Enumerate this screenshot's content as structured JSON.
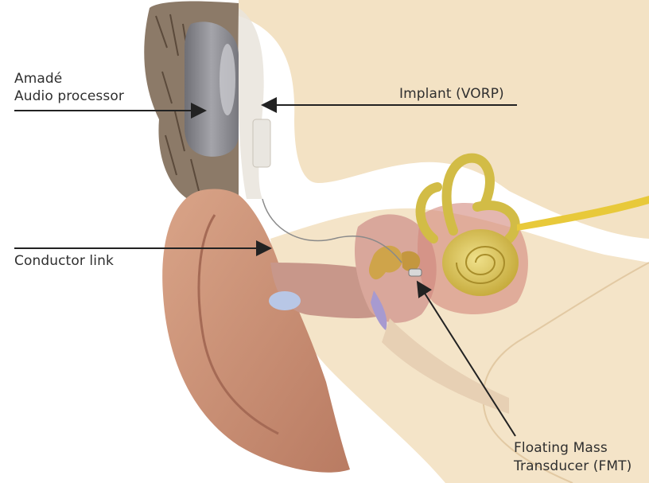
{
  "labels": {
    "audio_processor": {
      "line1": "Amadé",
      "line2": "Audio processor"
    },
    "implant": "Implant (VORP)",
    "conductor_link": "Conductor link",
    "fmt": {
      "line1": "Floating Mass",
      "line2": "Transducer (FMT)"
    }
  },
  "colors": {
    "skin": "#f3e2c4",
    "skin_light": "#f8ecd6",
    "outer_ear": "#cf9a7e",
    "ear_canal": "#b98a7e",
    "processor": "#8d8d93",
    "ossicles": "#cfa44a",
    "cochlea": "#d6c14a",
    "middle_ear": "#dcb0a4",
    "nerve": "#e8c93a",
    "arrow": "#222222"
  }
}
